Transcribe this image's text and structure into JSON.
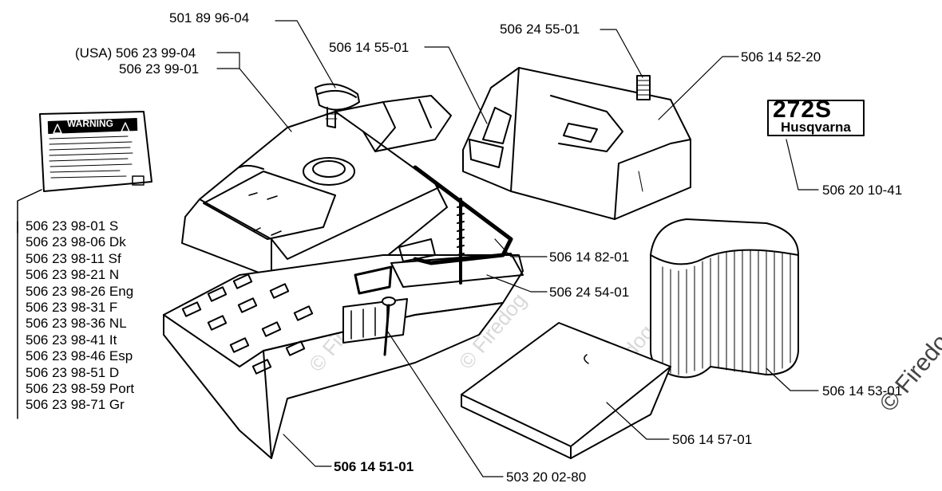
{
  "parts": {
    "p1": "501 89 96-04",
    "p2": "(USA) 506 23 99-04",
    "p3": "506 23 99-01",
    "p4": "506 14 55-01",
    "p5": "506 24 55-01",
    "p6": "506 14 52-20",
    "p7": "506 20 10-41",
    "p8": "506 14 82-01",
    "p9": "506 24 54-01",
    "p10": "506 14 53-01",
    "p11": "506 14 57-01",
    "p12": "506 14 51-01",
    "p13": "503 20 02-80"
  },
  "decals": [
    "506 23 98-01 S",
    "506 23 98-06 Dk",
    "506 23 98-11 Sf",
    "506 23 98-21 N",
    "506 23 98-26 Eng",
    "506 23 98-31 F",
    "506 23 98-36 NL",
    "506 23 98-41 It",
    "506 23 98-46 Esp",
    "506 23 98-51 D",
    "506 23 98-59 Port",
    "506 23 98-71 Gr"
  ],
  "warning_label": "WARNING",
  "model_badge": "272S",
  "brand_badge": "Husqvarna",
  "watermark": "© Firedog"
}
